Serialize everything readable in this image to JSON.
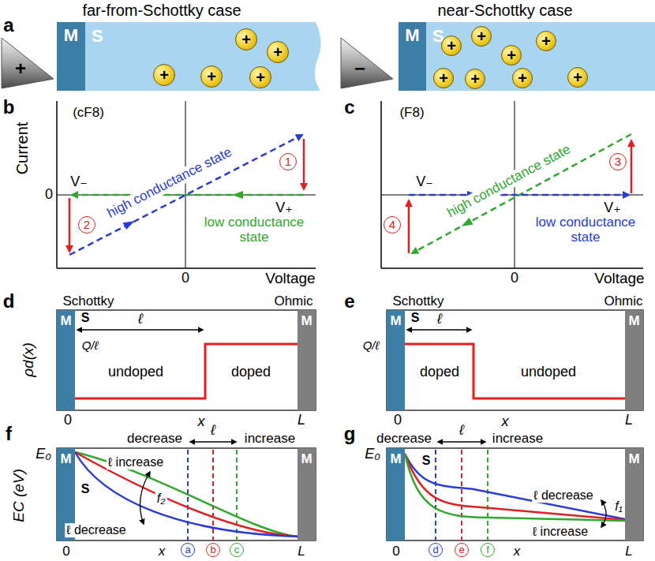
{
  "diagram": {
    "nodes": [
      {
        "text": [
          "+"
        ]
      },
      {
        "text": [
          "M"
        ]
      },
      {
        "text": [
          "S"
        ]
      },
      {
        "text": [
          "+"
        ],
        "in": 2
      },
      {
        "text": [
          "+"
        ],
        "in": 2
      },
      {
        "text": [
          "+"
        ],
        "in": 2
      },
      {
        "text": [
          "+"
        ],
        "in": 2
      },
      {
        "text": [
          "+"
        ],
        "in": 2
      },
      {
        "text": [
          "−"
        ]
      },
      {
        "text": [
          "M"
        ]
      },
      {
        "text": [
          "S"
        ]
      },
      {
        "text": [
          "+"
        ],
        "in": 10
      },
      {
        "text": [
          "+"
        ],
        "in": 10
      },
      {
        "text": [
          "+"
        ],
        "in": 10
      },
      {
        "text": [
          "+"
        ],
        "in": 10
      },
      {
        "text": [
          "+"
        ],
        "in": 10
      },
      {
        "text": [
          "+"
        ],
        "in": 10
      },
      {
        "text": [
          "+"
        ],
        "in": 10
      },
      {
        "text": [
          "+"
        ],
        "in": 10
      },
      {
        "text": [
          "1"
        ]
      },
      {
        "text": [
          "2"
        ]
      },
      {
        "text": [
          "3"
        ]
      },
      {
        "text": [
          "4"
        ]
      },
      {
        "text": [
          "M"
        ]
      },
      {
        "text": [
          "M"
        ]
      },
      {
        "text": [
          "M"
        ]
      },
      {
        "text": [
          "M"
        ]
      },
      {
        "text": [
          "M"
        ]
      },
      {
        "text": [
          "M"
        ]
      },
      {
        "text": [
          "M"
        ]
      },
      {
        "text": [
          "M"
        ]
      },
      {
        "text": [
          "a"
        ]
      },
      {
        "text": [
          "b"
        ]
      },
      {
        "text": [
          "c"
        ]
      },
      {
        "text": [
          "d"
        ]
      },
      {
        "text": [
          "e"
        ]
      },
      {
        "text": [
          "f"
        ]
      }
    ],
    "labels": [
      "far-from-Schottky case",
      "near-Schottky case",
      "a",
      "b",
      "(cF8)",
      "Current",
      "0",
      "V₋",
      "V₊",
      "high conductance state",
      "low conductance state",
      "0",
      "Voltage",
      "c",
      "(F8)",
      "V₋",
      "V₊",
      "high conductance state",
      "low conductance state",
      "0",
      "Voltage",
      "d",
      "Schottky",
      "Ohmic",
      "ρd(x)",
      "S",
      "Q/ℓ",
      "ℓ",
      "undoped",
      "doped",
      "0",
      "x",
      "L",
      "e",
      "Schottky",
      "Ohmic",
      "S",
      "Q/ℓ",
      "ℓ",
      "doped",
      "undoped",
      "0",
      "x",
      "L",
      "f",
      "EC (eV)",
      "E₀",
      "S",
      "decrease",
      "ℓ",
      "increase",
      "ℓ increase",
      "f₂",
      "ℓ decrease",
      "0",
      "x",
      "L",
      "g",
      "E₀",
      "S",
      "decrease",
      "ℓ",
      "increase",
      "ℓ decrease",
      "f₁",
      "ℓ increase",
      "0",
      "x",
      "L"
    ]
  }
}
